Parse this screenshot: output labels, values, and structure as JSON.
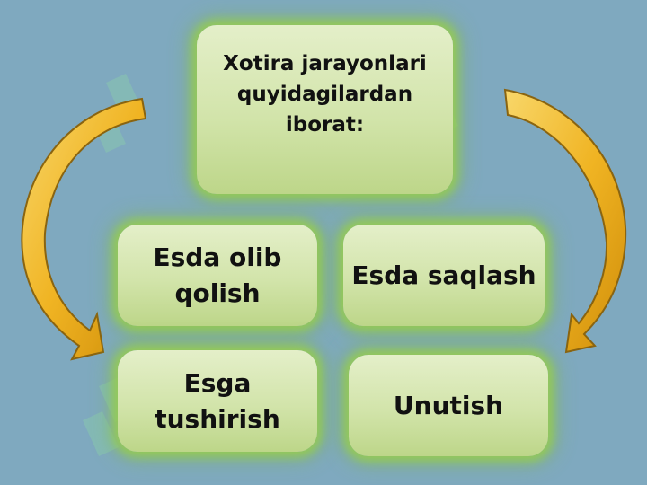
{
  "title_box": {
    "text": "Xotira jarayonlari quyidagilardan iborat:"
  },
  "items": [
    {
      "label": "Esda olib qolish"
    },
    {
      "label": "Esda saqlash"
    },
    {
      "label": "Esga tushirish"
    },
    {
      "label": "Unutish"
    }
  ],
  "colors": {
    "background": "#7fa9bf",
    "box_fill": "#d2e4aa",
    "box_glow": "#96cd50",
    "arrow": "#f0b423",
    "watermark": "#8fcf9a"
  },
  "icons": [
    "curved-arrow-left-icon",
    "curved-arrow-right-icon",
    "watermark-logo-icon"
  ]
}
